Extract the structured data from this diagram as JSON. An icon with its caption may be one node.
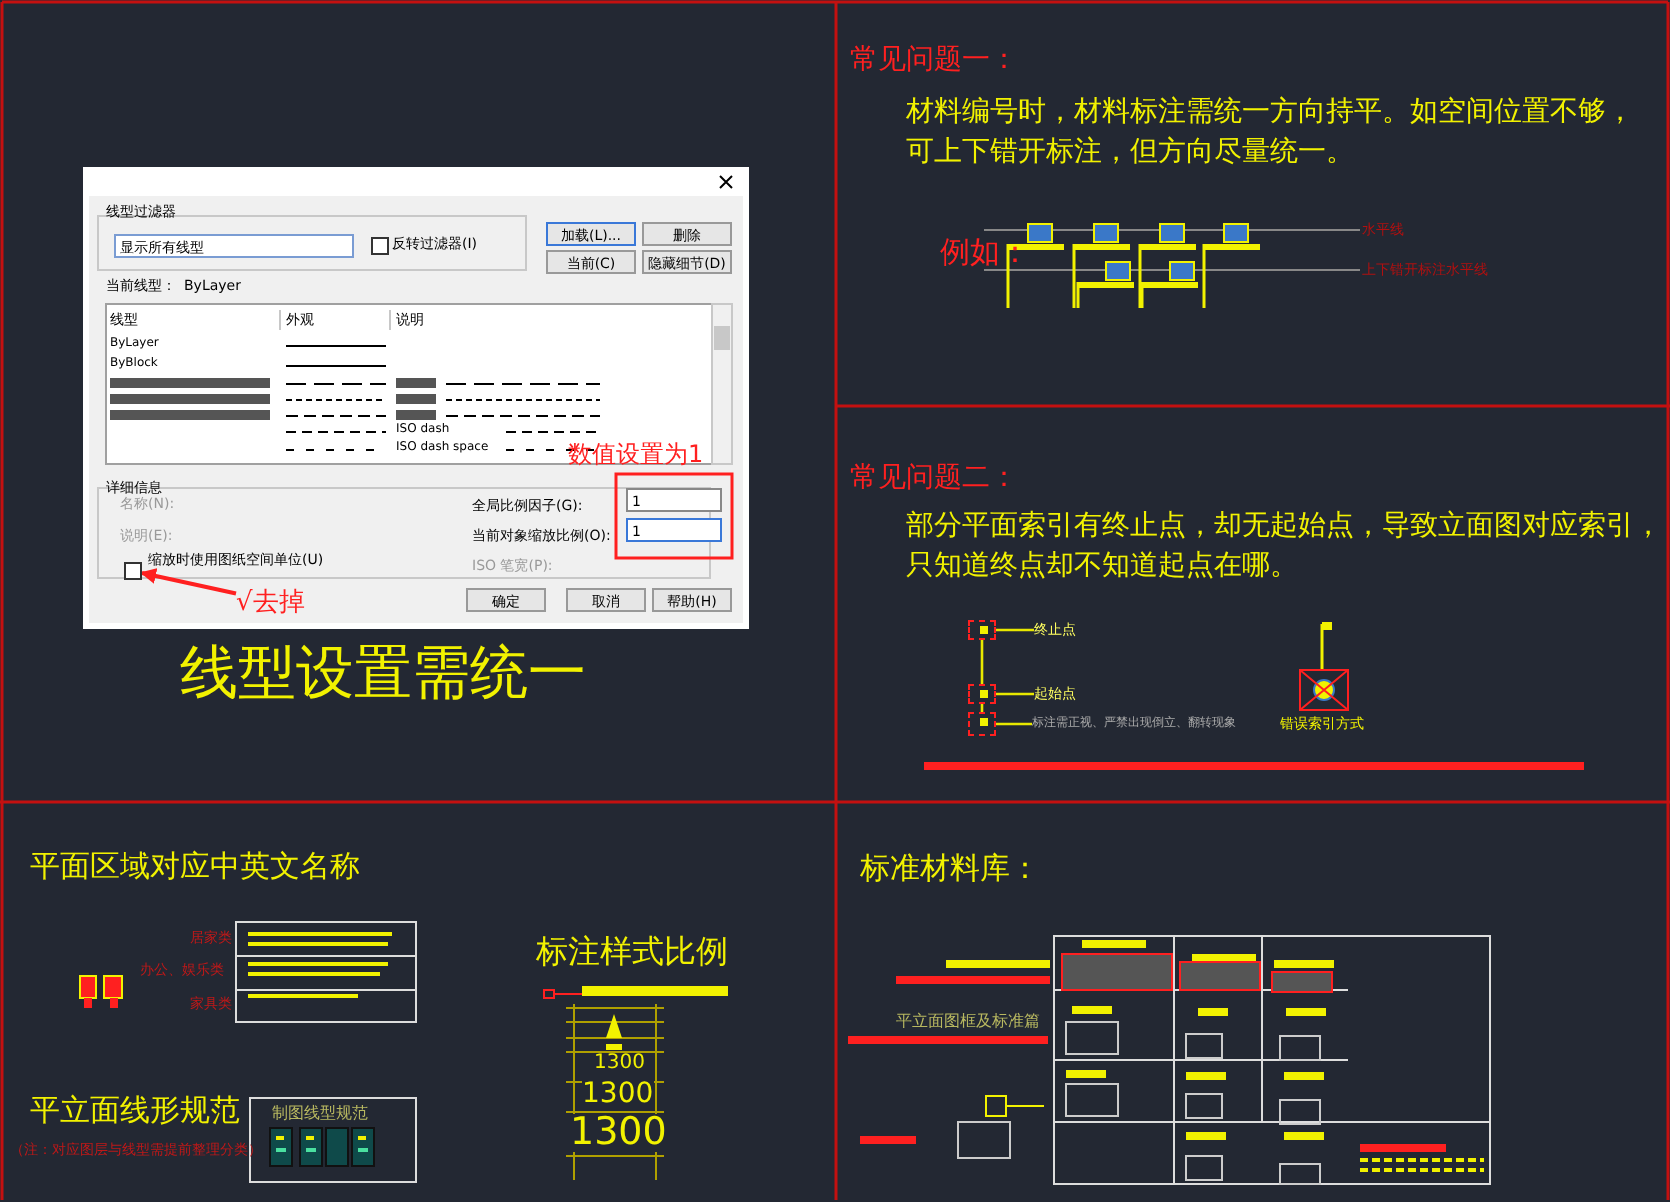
{
  "diagram": {
    "nodes": [
      {
        "text": [
          "√去掉"
        ]
      },
      {
        "text": [],
        "shape": "box"
      },
      {
        "text": [],
        "shape": "box"
      },
      {
        "text": [
          "终止点"
        ]
      },
      {
        "text": [],
        "shape": "box"
      },
      {
        "text": [
          "起始点"
        ]
      },
      {
        "text": [],
        "shape": "box"
      },
      {
        "text": [
          "标注需正视、严禁出现倒立、翻转现象"
        ]
      }
    ],
    "edges": [
      {
        "from": 0,
        "to": 1,
        "arrow": "to",
        "color": "#ff2020"
      },
      {
        "from": 2,
        "to": 3,
        "arrow": "none"
      },
      {
        "from": 4,
        "to": 5,
        "arrow": "none"
      },
      {
        "from": 6,
        "to": 7,
        "arrow": "none"
      },
      {
        "from": 2,
        "to": 4,
        "arrow": "none"
      },
      {
        "from": 4,
        "to": 6,
        "arrow": "none"
      }
    ],
    "labels": [
      "线型过滤器",
      "显示所有线型",
      "反转过滤器(I)",
      "加载(L)...",
      "删除",
      "当前(C)",
      "隐藏细节(D)",
      "当前线型：",
      "ByLayer",
      "线型",
      "外观",
      "说明",
      "ByLayer",
      "ByBlock",
      "ISO dash",
      "ISO dash space",
      "详细信息",
      "名称(N):",
      "说明(E):",
      "全局比例因子(G):",
      "1",
      "当前对象缩放比例(O):",
      "1",
      "缩放时使用图纸空间单位(U)",
      "ISO 笔宽(P):",
      "确定",
      "取消",
      "帮助(H)",
      "数值设置为1",
      "线型设置需统一",
      "常见问题一：",
      "材料编号时，材料标注需统一方向持平。如空间位置不够，可上下错开标注，但方向尽量统一。",
      "例如：",
      "水平线",
      "上下错开标注水平线",
      "常见问题二：",
      "部分平面索引有终止点，却无起始点，导致立面图对应索引，只知道终点却不知道起点在哪。",
      "错误索引方式",
      "平面区域对应中英文名称",
      "居家类",
      "办公、娱乐类",
      "家具类",
      "标注样式比例",
      "1300",
      "1300",
      "1300",
      "平立面线形规范",
      "（注：对应图层与线型需提前整理分类）",
      "制图线型规范",
      "标准材料库：",
      "平立面图框及标准篇"
    ]
  }
}
